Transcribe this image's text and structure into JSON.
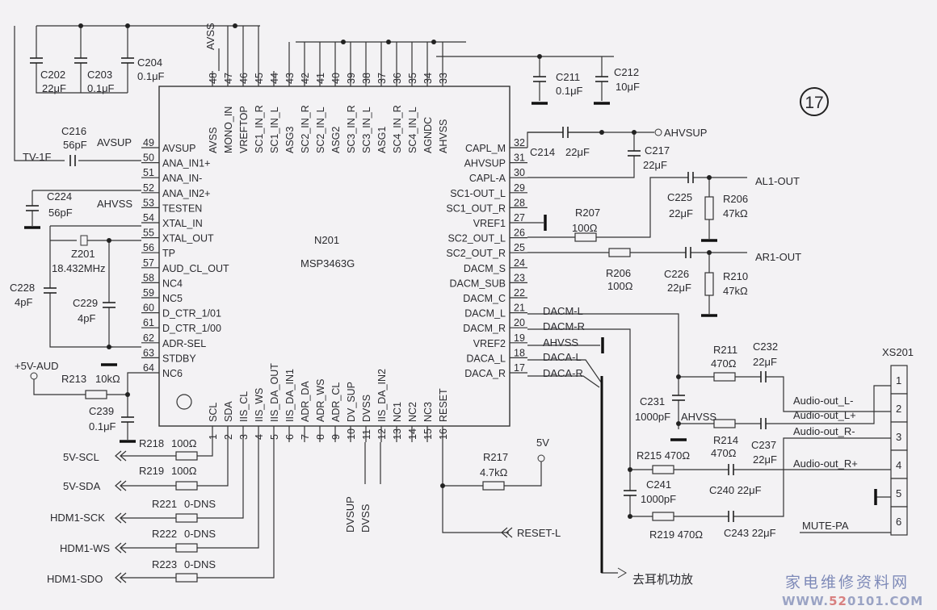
{
  "figure_number": "17",
  "ic": {
    "ref": "N201",
    "part": "MSP3463G",
    "top_pins": [
      {
        "num": "48",
        "label": "AVSS"
      },
      {
        "num": "47",
        "label": "MONO_IN"
      },
      {
        "num": "46",
        "label": "VREFTOP"
      },
      {
        "num": "45",
        "label": "SC1_IN_R"
      },
      {
        "num": "44",
        "label": "SC1_IN_L"
      },
      {
        "num": "43",
        "label": "ASG3"
      },
      {
        "num": "42",
        "label": "SC2_IN_R"
      },
      {
        "num": "41",
        "label": "SC2_IN_L"
      },
      {
        "num": "40",
        "label": "ASG2"
      },
      {
        "num": "39",
        "label": "SC3_IN_R"
      },
      {
        "num": "38",
        "label": "SC3_IN_L"
      },
      {
        "num": "37",
        "label": "ASG1"
      },
      {
        "num": "36",
        "label": "SC4_IN_R"
      },
      {
        "num": "35",
        "label": "SC4_IN_L"
      },
      {
        "num": "34",
        "label": "AGNDC"
      },
      {
        "num": "33",
        "label": "AHVSS"
      }
    ],
    "left_pins": [
      {
        "num": "49",
        "label": "AVSUP"
      },
      {
        "num": "50",
        "label": "ANA_IN1+"
      },
      {
        "num": "51",
        "label": "ANA_IN-"
      },
      {
        "num": "52",
        "label": "ANA_IN2+"
      },
      {
        "num": "53",
        "label": "TESTEN"
      },
      {
        "num": "54",
        "label": "XTAL_IN"
      },
      {
        "num": "55",
        "label": "XTAL_OUT"
      },
      {
        "num": "56",
        "label": "TP"
      },
      {
        "num": "57",
        "label": "AUD_CL_OUT"
      },
      {
        "num": "58",
        "label": "NC4"
      },
      {
        "num": "59",
        "label": "NC5"
      },
      {
        "num": "60",
        "label": "D_CTR_1/01"
      },
      {
        "num": "61",
        "label": "D_CTR_1/00"
      },
      {
        "num": "62",
        "label": "ADR-SEL"
      },
      {
        "num": "63",
        "label": "STDBY"
      },
      {
        "num": "64",
        "label": "NC6"
      }
    ],
    "right_pins": [
      {
        "num": "32",
        "label": "CAPL_M"
      },
      {
        "num": "31",
        "label": "AHVSUP"
      },
      {
        "num": "30",
        "label": "CAPL-A"
      },
      {
        "num": "29",
        "label": "SC1-OUT_L"
      },
      {
        "num": "28",
        "label": "SC1_OUT_R"
      },
      {
        "num": "27",
        "label": "VREF1"
      },
      {
        "num": "26",
        "label": "SC2_OUT_L"
      },
      {
        "num": "25",
        "label": "SC2_OUT_R"
      },
      {
        "num": "24",
        "label": "DACM_S"
      },
      {
        "num": "23",
        "label": "DACM_SUB"
      },
      {
        "num": "22",
        "label": "DACM_C"
      },
      {
        "num": "21",
        "label": "DACM_L"
      },
      {
        "num": "20",
        "label": "DACM_R"
      },
      {
        "num": "19",
        "label": "VREF2"
      },
      {
        "num": "18",
        "label": "DACA_L"
      },
      {
        "num": "17",
        "label": "DACA_R"
      }
    ],
    "bottom_pins": [
      {
        "num": "1",
        "label": "SCL"
      },
      {
        "num": "2",
        "label": "SDA"
      },
      {
        "num": "3",
        "label": "IIS_CL"
      },
      {
        "num": "4",
        "label": "IIS_WS"
      },
      {
        "num": "5",
        "label": "IIS_DA_OUT"
      },
      {
        "num": "6",
        "label": "IIS_DA_IN1"
      },
      {
        "num": "7",
        "label": "ADR_DA"
      },
      {
        "num": "8",
        "label": "ADR_WS"
      },
      {
        "num": "9",
        "label": "ADR_CL"
      },
      {
        "num": "10",
        "label": "DV_SUP"
      },
      {
        "num": "11",
        "label": "DVSS"
      },
      {
        "num": "12",
        "label": "IIS_DA_IN2"
      },
      {
        "num": "13",
        "label": "NC1"
      },
      {
        "num": "14",
        "label": "NC2"
      },
      {
        "num": "15",
        "label": "NC3"
      },
      {
        "num": "16",
        "label": "RESET"
      }
    ]
  },
  "labels": {
    "c202": "C202",
    "c202v": "22μF",
    "c203": "C203",
    "c203v": "0.1μF",
    "c204": "C204",
    "c204v": "0.1μF",
    "avss_top": "AVSS",
    "c211": "C211",
    "c211v": "0.1μF",
    "c212": "C212",
    "c212v": "10μF",
    "c216": "C216",
    "c216v": "56pF",
    "avsup_net": "AVSUP",
    "tv1f": "TV-1F",
    "c224": "C224",
    "c224v": "56pF",
    "ahvss_net": "AHVSS",
    "z201": "Z201",
    "z201v": "18.432MHz",
    "c228": "C228",
    "c228v": "4pF",
    "c229": "C229",
    "c229v": "4pF",
    "p5v_aud": "+5V-AUD",
    "r213": "R213",
    "r213v": "10kΩ",
    "c239": "C239",
    "c239v": "0.1μF",
    "r218": "R218",
    "r218v": "100Ω",
    "scl": "5V-SCL",
    "r219a": "R219",
    "r219av": "100Ω",
    "sda": "5V-SDA",
    "r221": "R221",
    "r221v": "0-DNS",
    "hsck": "HDM1-SCK",
    "r222": "R222",
    "r222v": "0-DNS",
    "hws": "HDM1-WS",
    "r223": "R223",
    "r223v": "0-DNS",
    "hsdo": "HDM1-SDO",
    "dvsup": "DVSUP",
    "dvss": "DVSS",
    "r217": "R217",
    "r217v": "4.7kΩ",
    "v5": "5V",
    "reset_l": "RESET-L",
    "headphone": "去耳机功放",
    "c214": "C214",
    "c214v": "22μF",
    "ahvsup_net": "AHVSUP",
    "c217": "C217",
    "c217v": "22μF",
    "c225": "C225",
    "c225v": "22μF",
    "al1": "AL1-OUT",
    "r206a": "R206",
    "r206av": "47kΩ",
    "r207": "R207",
    "r207v": "100Ω",
    "r206b": "R206",
    "r206bv": "100Ω",
    "c226": "C226",
    "c226v": "22μF",
    "ar1": "AR1-OUT",
    "r210": "R210",
    "r210v": "47kΩ",
    "dacm_l": "DACM-L",
    "dacm_r": "DACM-R",
    "ahvss2": "AHVSS",
    "daca_l": "DACA-L",
    "daca_r": "DACA-R",
    "r211": "R211",
    "r211v": "470Ω",
    "c232": "C232",
    "c232v": "22μF",
    "c231": "C231",
    "c231v": "1000pF",
    "ahvss3": "AHVSS",
    "r214": "R214",
    "r214v": "470Ω",
    "c237": "C237",
    "c237v": "22μF",
    "r215": "R215 470Ω",
    "c241": "C241",
    "c241v": "1000pF",
    "c240": "C240  22μF",
    "r219b": "R219 470Ω",
    "c243": "C243  22μF",
    "aol_m": "Audio-out_L-",
    "aol_p": "Audio-out_L+",
    "aor_m": "Audio-out_R-",
    "aor_p": "Audio-out_R+",
    "mute": "MUTE-PA",
    "xs201": "XS201"
  },
  "connector_pins": [
    "1",
    "2",
    "3",
    "4",
    "5",
    "6"
  ],
  "watermark": {
    "title": "家电维修资料网",
    "url_a": "WWW.",
    "url_b": "52",
    "url_c": "0101.COM"
  }
}
